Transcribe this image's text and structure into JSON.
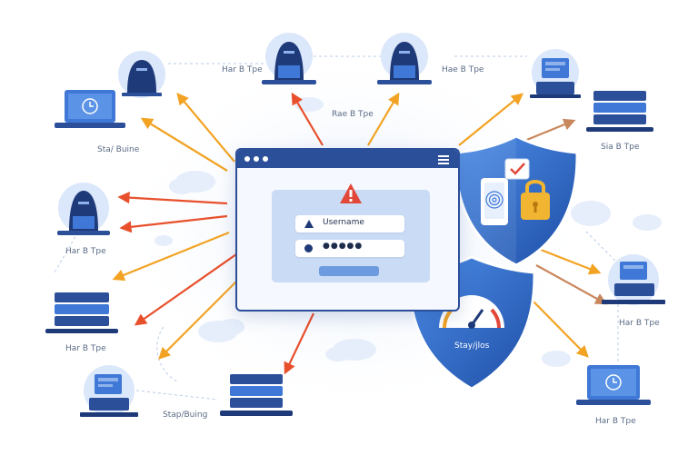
{
  "colors": {
    "navy": "#2c4f9a",
    "blue": "#3f78d6",
    "light_blue": "#c9dbf5",
    "red_arrow": "#e8502c",
    "orange_arrow": "#f2a323",
    "brown_arrow": "#c9875c",
    "warning_red": "#e2483a",
    "lock_gold": "#f2b532"
  },
  "login_window": {
    "username_label": "Username",
    "password_mask": "●●●●●"
  },
  "shield_labels": {
    "speed": "Stay/jlos"
  },
  "node_labels": {
    "laptop_left": "Sta/ Buine",
    "hacker_top_mid": "Har B Tpe",
    "hacker_top_right": "Hae B Tpe",
    "mid_top": "Rae B Tpe",
    "server_right_top": "Sia B Tpe",
    "hacker_left": "Har B Tpe",
    "server_left": "Har B Tpe",
    "server_bottom": "Stap/Buing",
    "server_right_mid": "Har B Tpe",
    "laptop_right": "Har B Tpe"
  },
  "icons": [
    "laptop-clock-icon",
    "hacker-icon",
    "server-rack-icon",
    "monitor-icon",
    "warning-icon",
    "user-icon",
    "lock-icon",
    "fingerprint-icon",
    "checkmark-icon",
    "speedometer-icon",
    "shield-icon",
    "cloud-icon"
  ]
}
